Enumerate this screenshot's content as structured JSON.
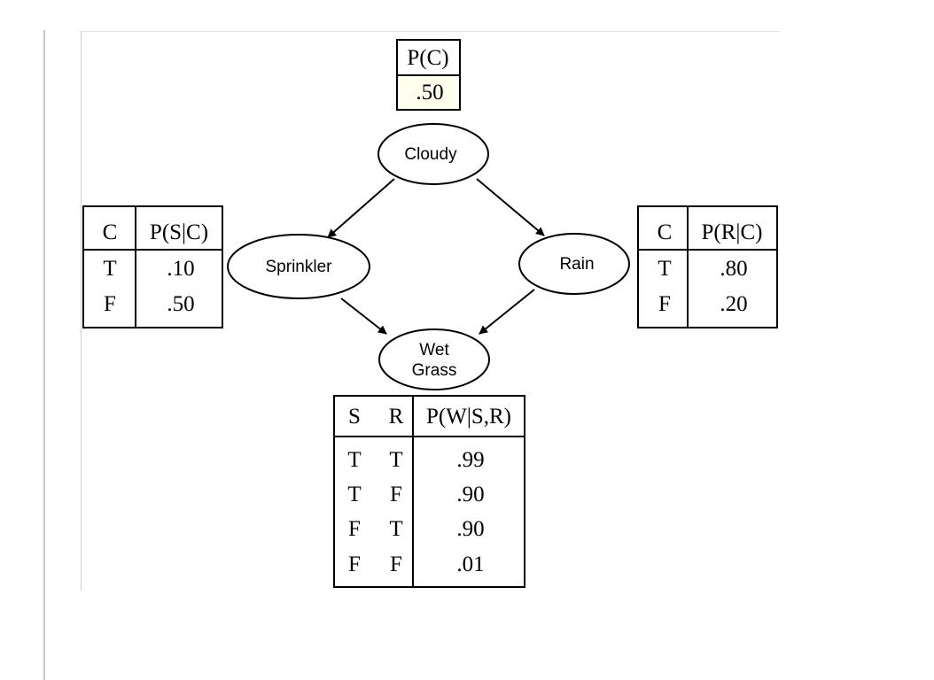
{
  "nodes": {
    "cloudy": "Cloudy",
    "sprinkler": "Sprinkler",
    "rain": "Rain",
    "wet_grass": [
      "Wet",
      "Grass"
    ]
  },
  "cpt_cloudy": {
    "header": "P(C)",
    "value": ".50"
  },
  "cpt_sprinkler": {
    "headers": [
      "C",
      "P(S|C)"
    ],
    "rows": [
      [
        "T",
        ".10"
      ],
      [
        "F",
        ".50"
      ]
    ]
  },
  "cpt_rain": {
    "headers": [
      "C",
      "P(R|C)"
    ],
    "rows": [
      [
        "T",
        ".80"
      ],
      [
        "F",
        ".20"
      ]
    ]
  },
  "cpt_wet_grass": {
    "headers": [
      "S",
      "R",
      "P(W|S,R)"
    ],
    "rows": [
      [
        "T",
        "T",
        ".99"
      ],
      [
        "T",
        "F",
        ".90"
      ],
      [
        "F",
        "T",
        ".90"
      ],
      [
        "F",
        "F",
        ".01"
      ]
    ]
  },
  "colors": {
    "ink": "#000000",
    "cloudy_value_bg": "#fffff0"
  }
}
